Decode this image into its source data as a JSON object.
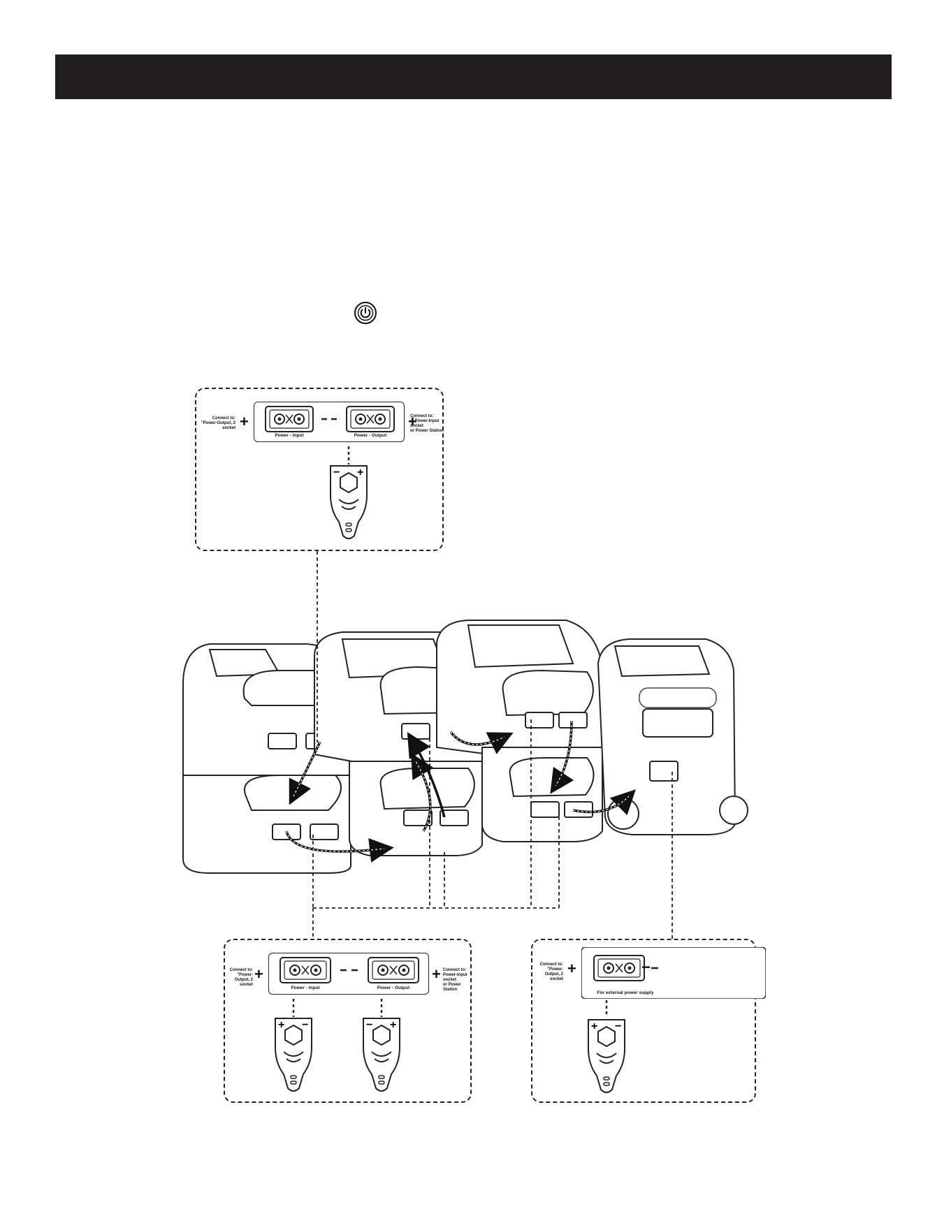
{
  "header": {
    "background": "#231f20"
  },
  "icons": {
    "power": "power-button-icon"
  },
  "panels": {
    "top": {
      "left_note": "Connect to:\n\"Power-Output, 2\nsocket",
      "right_note": "Connect to:\n② Power-Input socket\nor Power Station",
      "input_label": "Power - Input",
      "output_label": "Power - Output",
      "plug_signs": [
        "−",
        "+"
      ]
    },
    "bottom_left": {
      "left_note": "Connect to:\n\"Power-Output, 2\nsocket",
      "right_note": "Connect to:\nPower-Input socket\nor Power Station",
      "input_label": "Power - Input",
      "output_label": "Power - Output",
      "plug1_signs": [
        "+",
        "−"
      ],
      "plug2_signs": [
        "−",
        "+"
      ]
    },
    "bottom_right": {
      "left_note": "Connect to:\n\"Power-Output, 2\nsocket",
      "socket_label": "For external power supply",
      "plug_signs": [
        "+",
        "−"
      ]
    }
  },
  "footer": {
    "note": ""
  }
}
